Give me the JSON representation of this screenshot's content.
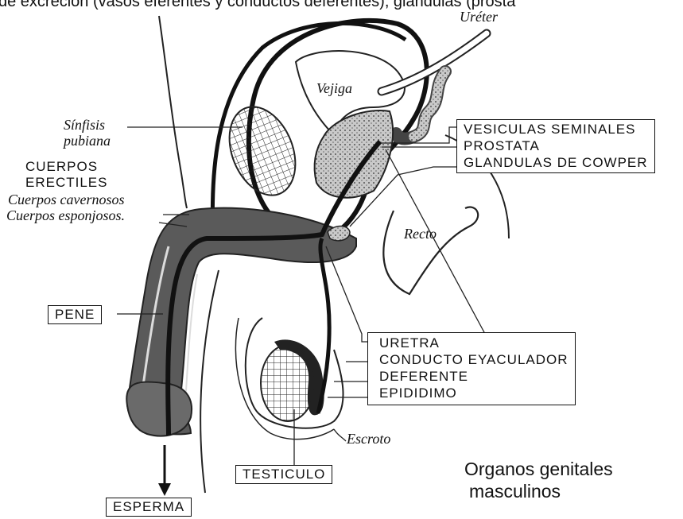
{
  "header_text": "de excreción (vasos eferentes y conductos deferentes), glandulas (prosta",
  "labels": {
    "ureter": "Uréter",
    "vejiga": "Vejiga",
    "sinfisis_line1": "Sínfisis",
    "sinfisis_line2": "pubiana",
    "cuerpos_erectiles_line1": "CUERPOS",
    "cuerpos_erectiles_line2": "ERECTILES",
    "cuerpos_cavernosos": "Cuerpos cavernosos",
    "cuerpos_esponjosos": "Cuerpos esponjosos.",
    "recto": "Recto",
    "escroto": "Escroto"
  },
  "right_box_top": [
    "VESICULAS SEMINALES",
    "PROSTATA",
    "GLANDULAS DE COWPER"
  ],
  "right_box_bottom": [
    "URETRA",
    "CONDUCTO EYACULADOR",
    "DEFERENTE",
    "EPIDIDIMO"
  ],
  "boxes": {
    "pene": "PENE",
    "testiculo": "TESTICULO",
    "esperma": "ESPERMA"
  },
  "caption": {
    "line1": "Organos genitales",
    "line2": "masculinos"
  }
}
